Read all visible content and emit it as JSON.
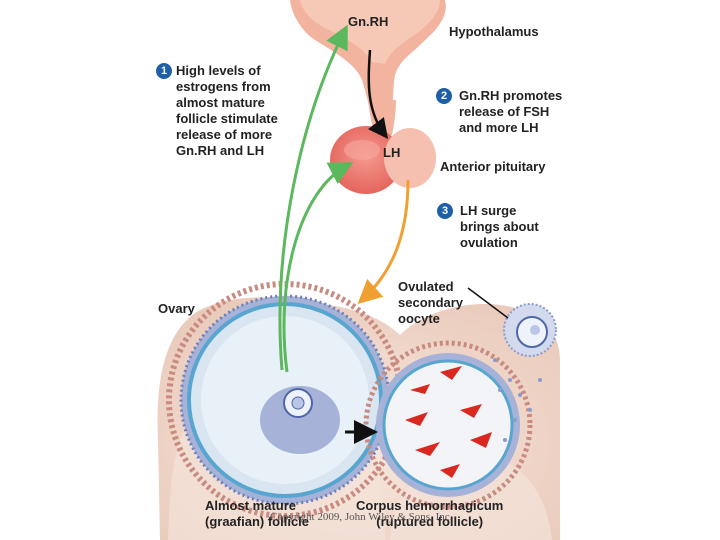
{
  "labels": {
    "gnrh_top": "Gn.RH",
    "hypothalamus": "Hypothalamus",
    "lh": "LH",
    "anterior_pituitary": "Anterior pituitary",
    "ovary": "Ovary",
    "ovulated_oocyte": "Ovulated\nsecondary\noocyte",
    "graafian": "Almost mature\n(graafian) follicle",
    "corpus": "Corpus hemorrhagicum\n(ruptured follicle)"
  },
  "steps": [
    {
      "number": "1",
      "text": "High levels of\nestrogens from\nalmost mature\nfollicle stimulate\nrelease of more\nGn.RH and LH"
    },
    {
      "number": "2",
      "text": "Gn.RH promotes\nrelease of FSH\nand more LH"
    },
    {
      "number": "3",
      "text": "LH surge\nbrings about\novulation"
    }
  ],
  "copyright": "Copyright 2009, John Wiley & Sons, Inc.",
  "colors": {
    "green_arrow": "#5cb85c",
    "orange_arrow": "#f0a030",
    "hypothalamus_pink": "#f2b49e",
    "pituitary_red": "#ef7d74",
    "ovary_tissue": "#f3ddd2",
    "granulosa_blue": "#8a9bcc"
  }
}
